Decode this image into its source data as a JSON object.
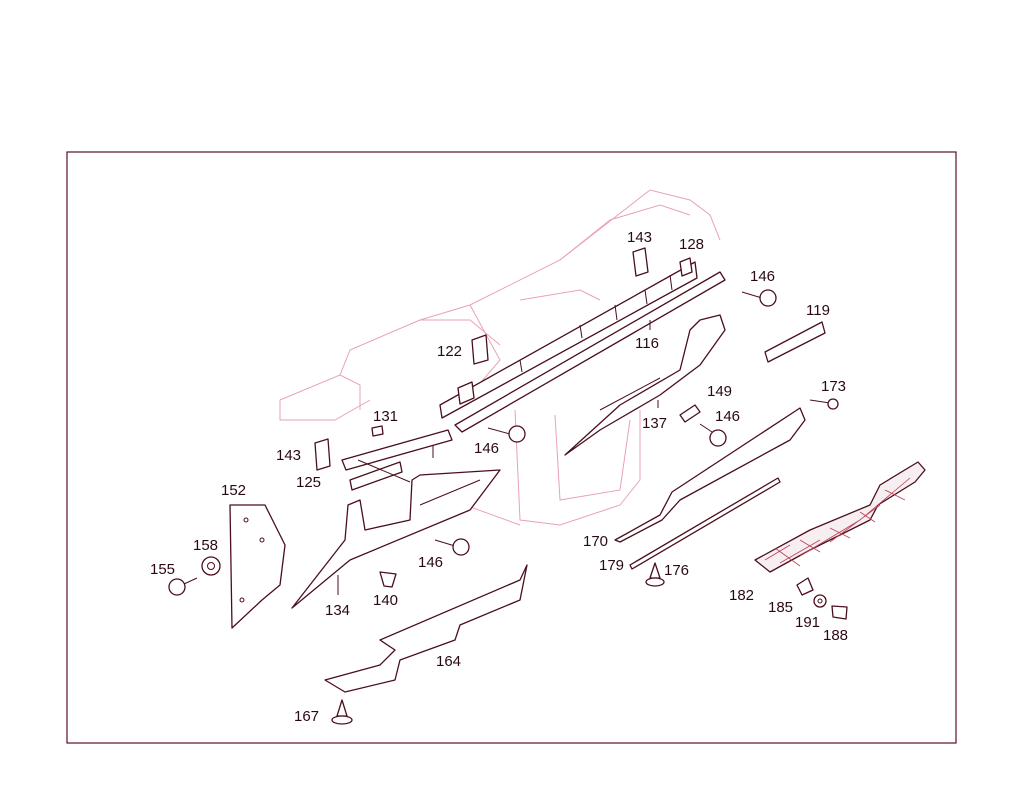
{
  "colors": {
    "frame": "#5a1020",
    "line": "#4a0f1c",
    "ghost": "#e8a3b3",
    "hatch": "#c0405a"
  },
  "callouts": {
    "c143a": "143",
    "c128": "128",
    "c146a": "146",
    "c119": "119",
    "c116": "116",
    "c122": "122",
    "c173": "173",
    "c149": "149",
    "c146b": "146",
    "c131": "131",
    "c137": "137",
    "c146c": "146",
    "c143b": "143",
    "c125": "125",
    "c152": "152",
    "c158": "158",
    "c155": "155",
    "c146d": "146",
    "c140": "140",
    "c134": "134",
    "c170": "170",
    "c179": "179",
    "c176": "176",
    "c182": "182",
    "c185": "185",
    "c191": "191",
    "c188": "188",
    "c164": "164",
    "c167": "167"
  }
}
